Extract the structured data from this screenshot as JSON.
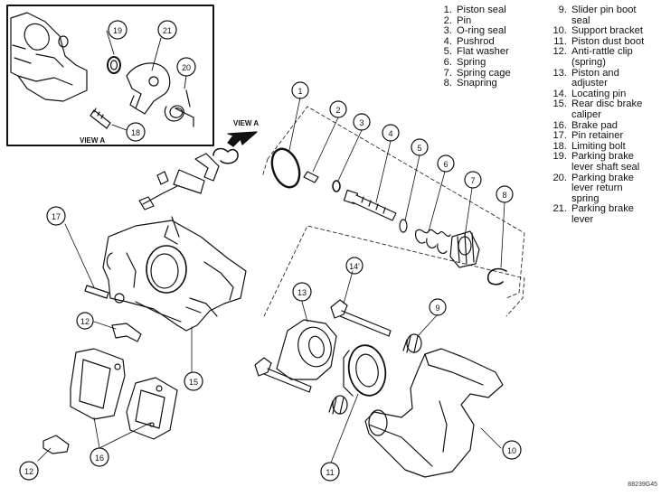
{
  "legend": [
    {
      "num": "1.",
      "label": "Piston seal"
    },
    {
      "num": "2.",
      "label": "Pin"
    },
    {
      "num": "3.",
      "label": "O-ring seal"
    },
    {
      "num": "4.",
      "label": "Pushrod"
    },
    {
      "num": "5.",
      "label": "Flat washer"
    },
    {
      "num": "6.",
      "label": "Spring"
    },
    {
      "num": "7.",
      "label": "Spring cage"
    },
    {
      "num": "8.",
      "label": "Snapring"
    },
    {
      "num": "9.",
      "label": "Slider pin boot\nseal"
    },
    {
      "num": "10.",
      "label": "Support bracket"
    },
    {
      "num": "11.",
      "label": "Piston dust boot"
    },
    {
      "num": "12.",
      "label": "Anti-rattle clip\n(spring)"
    },
    {
      "num": "13.",
      "label": "Piston and\nadjuster"
    },
    {
      "num": "14.",
      "label": "Locating pin"
    },
    {
      "num": "15.",
      "label": "Rear disc brake\ncaliper"
    },
    {
      "num": "16.",
      "label": "Brake pad"
    },
    {
      "num": "17.",
      "label": "Pin retainer"
    },
    {
      "num": "18.",
      "label": "Limiting bolt"
    },
    {
      "num": "19.",
      "label": "Parking brake\nlever shaft seal"
    },
    {
      "num": "20.",
      "label": "Parking brake\nlever return\nspring"
    },
    {
      "num": "21.",
      "label": "Parking brake\nlever"
    }
  ],
  "callouts": {
    "c1": "1",
    "c2": "2",
    "c3": "3",
    "c4": "4",
    "c5": "5",
    "c6": "6",
    "c7": "7",
    "c8": "8",
    "c9": "9",
    "c10": "10",
    "c11": "11",
    "c12a": "12",
    "c12b": "12",
    "c13": "13",
    "c14": "14'",
    "c15": "15",
    "c16": "16",
    "c17": "17",
    "c18": "18",
    "c19": "19",
    "c20": "20",
    "c21": "21"
  },
  "view_a_inset_label": "VIEW A",
  "view_a_arrow_label": "VIEW A",
  "figure_id": "88239G45"
}
